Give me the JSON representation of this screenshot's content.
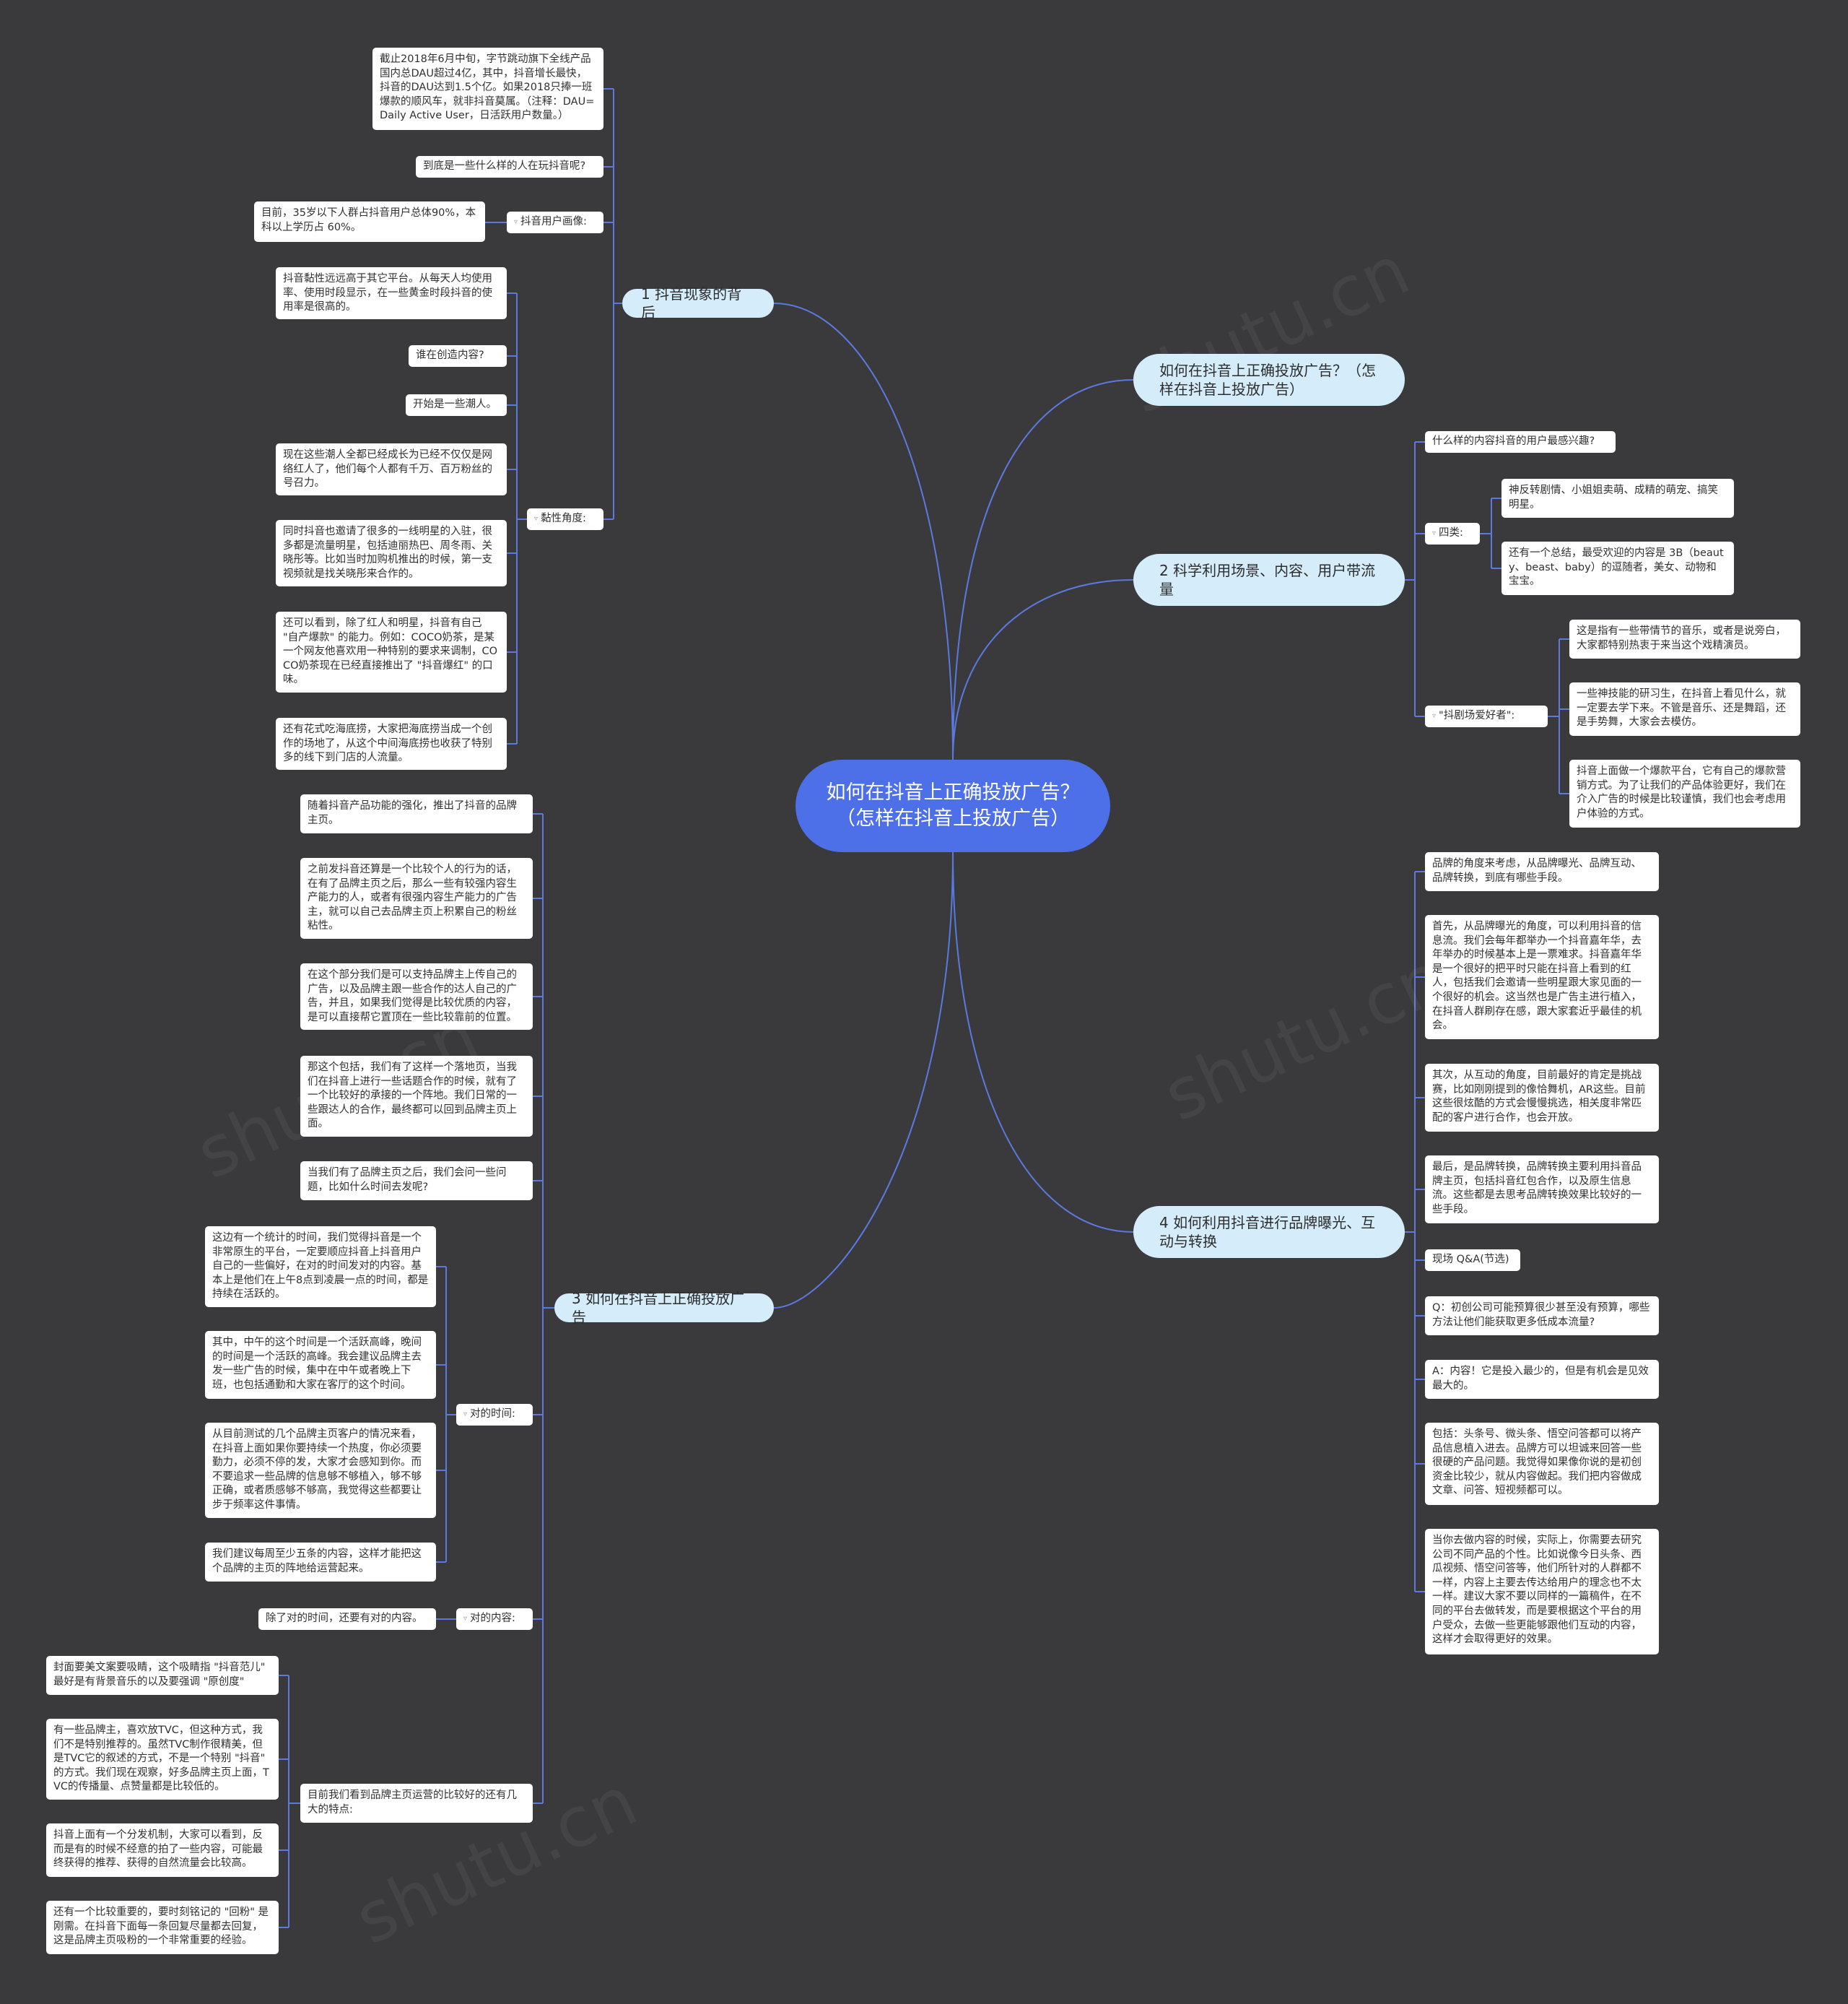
{
  "root": "如何在抖音上正确投放广告？（怎样在抖音上投放广告）",
  "branches": {
    "b1": "1  抖音现象的背后",
    "b_title": "如何在抖音上正确投放广告？（怎样在抖音上投放广告）",
    "b2": "2  科学利用场景、内容、用户带流量",
    "b3": "3  如何在抖音上正确投放广告",
    "b4": "4 如何利用抖音进行品牌曝光、互动与转换"
  },
  "b1": {
    "dau": "截止2018年6月中旬，字节跳动旗下全线产品国内总DAU超过4亿，其中，抖音增长最快，抖音的DAU达到1.5个亿。如果2018只捧一班爆款的顺风车，就非抖音莫属。（注释：DAU=Daily Active User，日活跃用户数量。）",
    "who": "到底是一些什么样的人在玩抖音呢?",
    "profile_label": "抖音用户画像:",
    "profile_text": "目前，35岁以下人群占抖音用户总体90%，本科以上学历占 60%。",
    "stick_label": "黏性角度:",
    "stick_items": [
      "抖音黏性远远高于其它平台。从每天人均使用率、使用时段显示，在一些黄金时段抖音的使用率是很高的。",
      "谁在创造内容?",
      "开始是一些潮人。",
      "现在这些潮人全都已经成长为已经不仅仅是网络红人了，他们每个人都有千万、百万粉丝的号召力。",
      "同时抖音也邀请了很多的一线明星的入驻，很多都是流量明星，包括迪丽热巴、周冬雨、关晓彤等。比如当时加购机推出的时候，第一支视频就是找关晓彤来合作的。",
      "还可以看到，除了红人和明星，抖音有自己 \"自产爆款\" 的能力。例如：COCO奶茶，是某一个网友他喜欢用一种特别的要求来调制，COCO奶茶现在已经直接推出了 \"抖音爆红\" 的口味。",
      "还有花式吃海底捞，大家把海底捞当成一个创作的场地了，从这个中间海底捞也收获了特别多的线下到门店的人流量。"
    ]
  },
  "b2": {
    "q": "什么样的内容抖音的用户最感兴趣?",
    "four_label": "四类:",
    "four_items": [
      "神反转剧情、小姐姐卖萌、成精的萌宠、搞笑明星。",
      "还有一个总结，最受欢迎的内容是 3B（beauty、beast、baby）的逗随者，美女、动物和宝宝。"
    ],
    "fans_label": "\"抖剧场爱好者\":",
    "fans_items": [
      "这是指有一些带情节的音乐，或者是说旁白，大家都特别热衷于来当这个戏精演员。",
      "一些神技能的研习生，在抖音上看见什么，就一定要去学下来。不管是音乐、还是舞蹈，还是手势舞，大家会去模仿。",
      "抖音上面做一个爆款平台，它有自己的爆款营销方式。为了让我们的产品体验更好，我们在介入广告的时候是比较谨慎，我们也会考虑用户体验的方式。"
    ]
  },
  "b3": {
    "top_items": [
      "随着抖音产品功能的强化，推出了抖音的品牌主页。",
      "之前发抖音还算是一个比较个人的行为的话，在有了品牌主页之后，那么一些有较强内容生产能力的人，或者有很强内容生产能力的广告主，就可以自己去品牌主页上积累自己的粉丝粘性。",
      "在这个部分我们是可以支持品牌主上传自己的广告，以及品牌主跟一些合作的达人自己的广告，并且，如果我们觉得是比较优质的内容，是可以直接帮它置顶在一些比较靠前的位置。",
      "那这个包括，我们有了这样一个落地页，当我们在抖音上进行一些话题合作的时候，就有了一个比较好的承接的一个阵地。我们日常的一些跟达人的合作，最终都可以回到品牌主页上面。",
      "当我们有了品牌主页之后，我们会问一些问题，比如什么时间去发呢?"
    ],
    "time_label": "对的时间:",
    "time_items": [
      "这边有一个统计的时间，我们觉得抖音是一个非常原生的平台，一定要顺应抖音上抖音用户自己的一些偏好，在对的时间发对的内容。基本上是他们在上午8点到凌晨一点的时间，都是持续在活跃的。",
      "其中，中午的这个时间是一个活跃高峰，晚间的时间是一个活跃的高峰。我会建议品牌主去发一些广告的时候，集中在中午或者晚上下班，也包括通勤和大家在客厅的这个时间。",
      "从目前测试的几个品牌主页客户的情况来看，在抖音上面如果你要持续一个热度，你必须要勤力，必须不停的发，大家才会感知到你。而不要追求一些品牌的信息够不够植入，够不够正确，或者质感够不够高，我觉得这些都要让步于频率这件事情。",
      "我们建议每周至少五条的内容，这样才能把这个品牌的主页的阵地给运营起来。"
    ],
    "content_label": "对的内容:",
    "content_text": "除了对的时间，还要有对的内容。",
    "feature_label": "目前我们看到品牌主页运营的比较好的还有几大的特点:",
    "feature_items": [
      "封面要美文案要吸睛，这个吸睛指 \"抖音范儿\" 最好是有背景音乐的以及要强调 \"原创度\"",
      "有一些品牌主，喜欢放TVC，但这种方式，我们不是特别推荐的。虽然TVC制作很精美，但是TVC它的叙述的方式，不是一个特别 \"抖音\" 的方式。我们现在观察，好多品牌主页上面，TVC的传播量、点赞量都是比较低的。",
      "抖音上面有一个分发机制，大家可以看到，反而是有的时候不经意的拍了一些内容，可能最终获得的推荐、获得的自然流量会比较高。",
      "还有一个比较重要的，要时刻铭记的 \"回粉\" 是刚需。在抖音下面每一条回复尽量都去回复，这是品牌主页吸粉的一个非常重要的经验。"
    ]
  },
  "b4": {
    "items": [
      "品牌的角度来考虑，从品牌曝光、品牌互动、品牌转换，到底有哪些手段。",
      "首先，从品牌曝光的角度，可以利用抖音的信息流。我们会每年都举办一个抖音嘉年华，去年举办的时候基本上是一票难求。抖音嘉年华是一个很好的把平时只能在抖音上看到的红人，包括我们会邀请一些明星跟大家见面的一个很好的机会。这当然也是广告主进行植入，在抖音人群刷存在感，跟大家套近乎最佳的机会。",
      "其次，从互动的角度，目前最好的肯定是挑战赛，比如刚刚提到的像恰舞机，AR这些。目前这些很炫酷的方式会慢慢挑选，相关度非常匹配的客户进行合作，也会开放。",
      "最后，是品牌转换，品牌转换主要利用抖音品牌主页，包括抖音红包合作，以及原生信息流。这些都是去思考品牌转换效果比较好的一些手段。",
      "现场 Q&A(节选)",
      "Q：初创公司可能预算很少甚至没有预算，哪些方法让他们能获取更多低成本流量?",
      "A：内容！它是投入最少的，但是有机会是见效最大的。",
      "包括：头条号、微头条、悟空问答都可以将产品信息植入进去。品牌方可以坦诚来回答一些很硬的产品问题。我觉得如果像你说的是初创资金比较少，就从内容做起。我们把内容做成文章、问答、短视频都可以。",
      "当你去做内容的时候，实际上，你需要去研究公司不同产品的个性。比如说像今日头条、西瓜视频、悟空问答等，他们所针对的人群都不一样，内容上主要去传达给用户的理念也不太一样。建议大家不要以同样的一篇稿件，在不同的平台去做转发，而是要根据这个平台的用户受众，去做一些更能够跟他们互动的内容，这样才会取得更好的效果。"
    ]
  }
}
